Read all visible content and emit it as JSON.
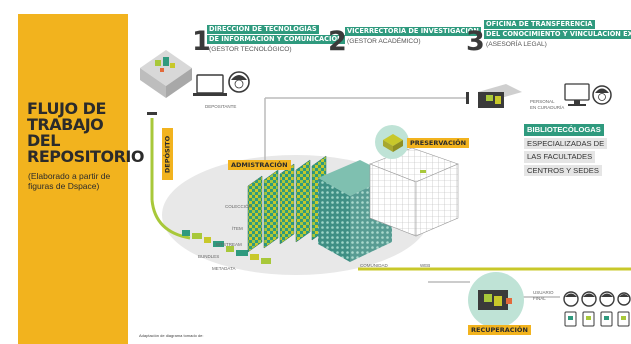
{
  "title": {
    "main": "FLUJO DE TRABAJO DEL REPOSITORIO",
    "subtitle": "(Elaborado a partir de figuras de Dspace)"
  },
  "steps": [
    {
      "number": "1",
      "lines": [
        "DIRECCIÓN DE TECNOLOGÍAS",
        "DE INFORMACIÓN Y COMUNICACIÓN"
      ],
      "role": "(GESTOR TECNOLÓGICO)"
    },
    {
      "number": "2",
      "lines": [
        "VICERRECTORÍA DE INVESTIGACIÓN"
      ],
      "role": "(GESTOR ACADÉMICO)"
    },
    {
      "number": "3",
      "lines": [
        "OFICINA DE TRANSFERENCIA",
        "DEL CONOCIMIENTO Y VINCULACIÓN EXTERNA"
      ],
      "role": "(ASESORÍA LEGAL)"
    }
  ],
  "labels": {
    "depositante": "DEPOSITANTE",
    "deposito": "DEPÓSITO",
    "administracion": "ADMISTRACIÓN",
    "preservacion": "PRESERVACIÓN",
    "recuperacion": "RECUPERACIÓN",
    "personal_curaduria": [
      "PERSONAL",
      "EN CURADURÍA"
    ],
    "usuario_final": [
      "USUARIO",
      "FINAL"
    ],
    "coleccion": "COLECCIÓN",
    "item": "ÍTEM",
    "bitstream": "BITSTREAM",
    "bundles": "BUNDLES",
    "metadata": "METADATA",
    "comunidad": "COMUNIDAD",
    "web": "WEB"
  },
  "curators": [
    "BIBLIOTECÓLOGAS",
    "ESPECIALIZADAS DE",
    "LAS FACULTADES",
    "CENTROS Y SEDES"
  ],
  "footnote": "Adaptación de diagrama tomado de:",
  "colors": {
    "accent": "#f2b31e",
    "teal": "#2f9a7e",
    "green": "#a8c83a",
    "olive": "#c8c82a",
    "dark": "#3a3a3a"
  }
}
